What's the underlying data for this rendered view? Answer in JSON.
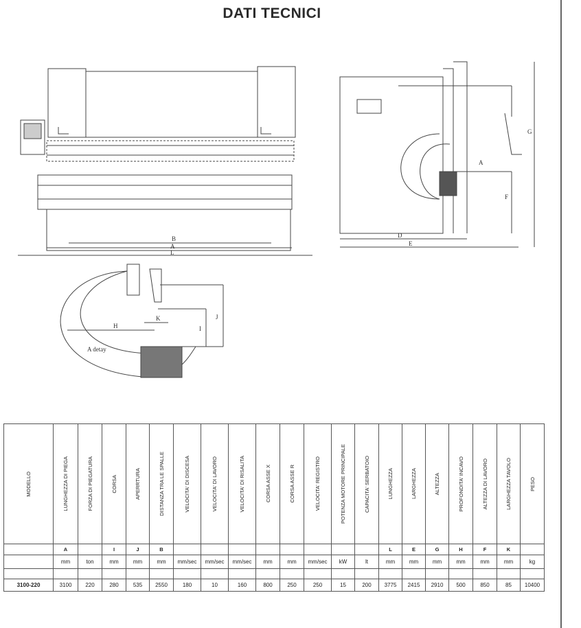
{
  "title": "DATI TECNICI",
  "drawings": {
    "front": {
      "labels": [
        "B",
        "A",
        "L"
      ]
    },
    "side": {
      "labels": [
        "D",
        "E",
        "G",
        "F",
        "A"
      ]
    },
    "detail": {
      "labels": [
        "H",
        "K",
        "I",
        "J"
      ],
      "caption": "A detay"
    }
  },
  "table": {
    "headers": [
      "MODELLO",
      "LUNGHEZZA DI PIEGA",
      "FORZA DI PIEGATURA",
      "CORSA",
      "APERRTURA",
      "DISTANZA TRA LE SPALLE",
      "VELOCITA' DI DISCESA",
      "VELOCITA' DI LAVORO",
      "VELOCITA' DI RISALITA",
      "CORSA ASSE X",
      "CORSA ASSE R",
      "VELOCITA' REGISTRO",
      "POTENZA MOTORE PRINCIPALE",
      "CAPACITA' SERBATOIO",
      "LUNGHEZZA",
      "LARGHEZZA",
      "ALTEZZA",
      "PROFONDITA' INCAVO",
      "ALTEZZA DI LAVORO",
      "LARGHEZZA TAVOLO",
      "PESO"
    ],
    "letters": [
      "",
      "A",
      "",
      "I",
      "J",
      "B",
      "",
      "",
      "",
      "",
      "",
      "",
      "",
      "",
      "L",
      "E",
      "G",
      "H",
      "F",
      "K",
      ""
    ],
    "units": [
      "",
      "mm",
      "ton",
      "mm",
      "mm",
      "mm",
      "mm/sec",
      "mm/sec",
      "mm/sec",
      "mm",
      "mm",
      "mm/sec",
      "kW",
      "lt",
      "mm",
      "mm",
      "mm",
      "mm",
      "mm",
      "mm",
      "kg"
    ],
    "values": [
      "3100-220",
      "3100",
      "220",
      "280",
      "535",
      "2550",
      "180",
      "10",
      "160",
      "800",
      "250",
      "250",
      "15",
      "200",
      "3775",
      "2415",
      "2910",
      "500",
      "850",
      "85",
      "10400"
    ]
  }
}
